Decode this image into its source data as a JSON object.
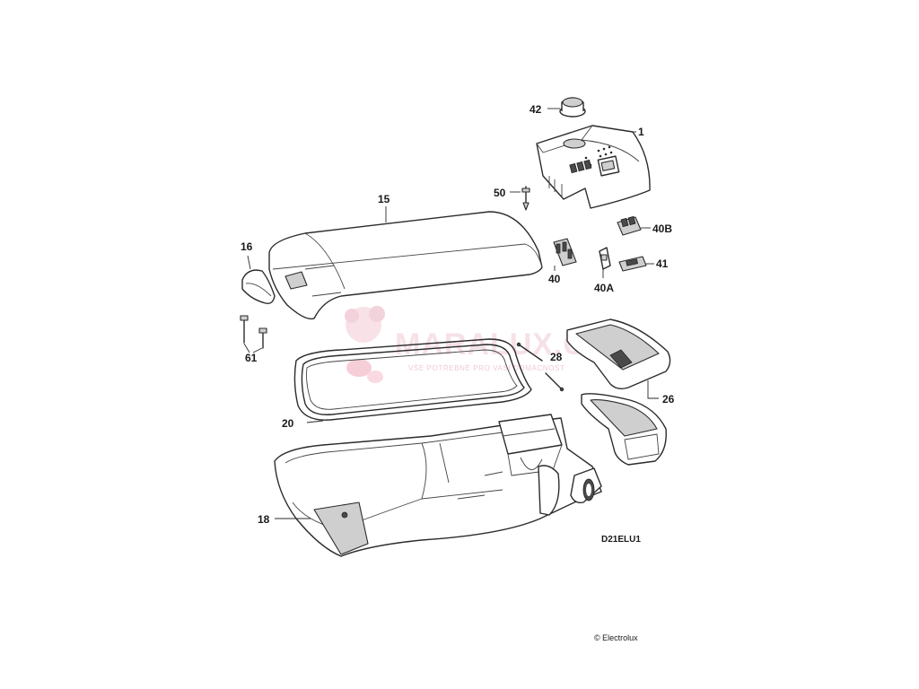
{
  "diagram": {
    "parts": [
      {
        "id": "p1",
        "label": "1"
      },
      {
        "id": "p15",
        "label": "15"
      },
      {
        "id": "p16",
        "label": "16"
      },
      {
        "id": "p18",
        "label": "18"
      },
      {
        "id": "p20",
        "label": "20"
      },
      {
        "id": "p26",
        "label": "26"
      },
      {
        "id": "p28",
        "label": "28"
      },
      {
        "id": "p40",
        "label": "40"
      },
      {
        "id": "p40a",
        "label": "40A"
      },
      {
        "id": "p40b",
        "label": "40B"
      },
      {
        "id": "p41",
        "label": "41"
      },
      {
        "id": "p42",
        "label": "42"
      },
      {
        "id": "p50",
        "label": "50"
      },
      {
        "id": "p61",
        "label": "61"
      }
    ],
    "drawing_code": "D21ELU1",
    "copyright": "© Electrolux"
  },
  "watermark": {
    "brand": "MARALUX.CZ",
    "tagline": "VŠE POTŘEBNÉ PRO VAŠI DOMÁCNOST"
  }
}
